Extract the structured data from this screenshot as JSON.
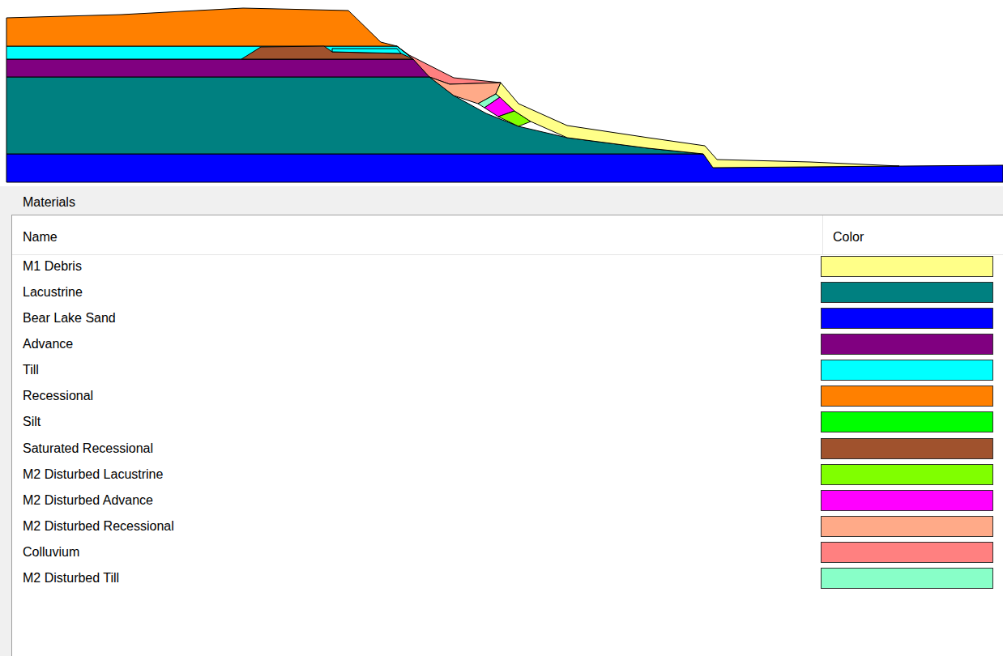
{
  "diagram": {
    "labels": [
      "Materials",
      "Name",
      "Color"
    ],
    "legend": [
      {
        "text": "M1 Debris",
        "color": "#ffff88"
      },
      {
        "text": "Lacustrine",
        "color": "#008080"
      },
      {
        "text": "Bear Lake Sand",
        "color": "#0000ff"
      },
      {
        "text": "Advance",
        "color": "#800080"
      },
      {
        "text": "Till",
        "color": "#00ffff"
      },
      {
        "text": "Recessional",
        "color": "#ff8000"
      },
      {
        "text": "Silt",
        "color": "#00ff00"
      },
      {
        "text": "Saturated Recessional",
        "color": "#a0522d"
      },
      {
        "text": "M2 Disturbed Lacustrine",
        "color": "#80ff00"
      },
      {
        "text": "M2 Disturbed Advance",
        "color": "#ff00ff"
      },
      {
        "text": "M2 Disturbed Recessional",
        "color": "#ffaa88"
      },
      {
        "text": "Colluvium",
        "color": "#ff8080"
      },
      {
        "text": "M2 Disturbed Till",
        "color": "#88ffc8"
      }
    ]
  }
}
